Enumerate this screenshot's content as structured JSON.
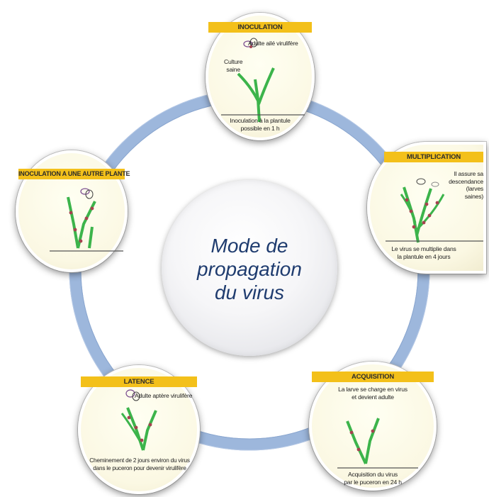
{
  "center": {
    "title": "Mode de\npropagation\ndu virus"
  },
  "colors": {
    "ring": "#9db7dc",
    "band": "#f3c01a",
    "leaf": "#3cb44b",
    "aphid_spot": "#a5434f",
    "title_text": "#1f3c6f",
    "node_fill": "#fbf8e3"
  },
  "stages": [
    {
      "id": "inoculation",
      "title": "INOCULATION",
      "labels": [
        "Adulte ailé virulifère",
        "Culture\nsaine"
      ],
      "caption": "Inoculation à la plantule\npossible en 1 h",
      "icon": "winged-aphid-icon"
    },
    {
      "id": "multiplication",
      "title": "MULTIPLICATION",
      "labels": [
        "Il assure sa\ndescendance\n(larves saines)"
      ],
      "caption": "Le virus se multiplie dans\nla plantule en 4 jours",
      "icon": "aphid-colony-icon"
    },
    {
      "id": "acquisition",
      "title": "ACQUISITION",
      "labels": [
        "La larve se charge en virus\net devient adulte"
      ],
      "caption": "Acquisition du virus\npar le puceron en 24 h",
      "icon": "larva-icon"
    },
    {
      "id": "latence",
      "title": "LATENCE",
      "labels": [
        "Adulte aptère virulifère"
      ],
      "caption": "Cheminement de 2 jours environ du virus\ndans le puceron pour devenir virulifère",
      "icon": "wingless-aphid-icon"
    },
    {
      "id": "inoculation-autre",
      "title": "INOCULATION A UNE AUTRE PLANTE",
      "labels": [],
      "caption": "",
      "icon": "winged-aphid-icon"
    }
  ]
}
